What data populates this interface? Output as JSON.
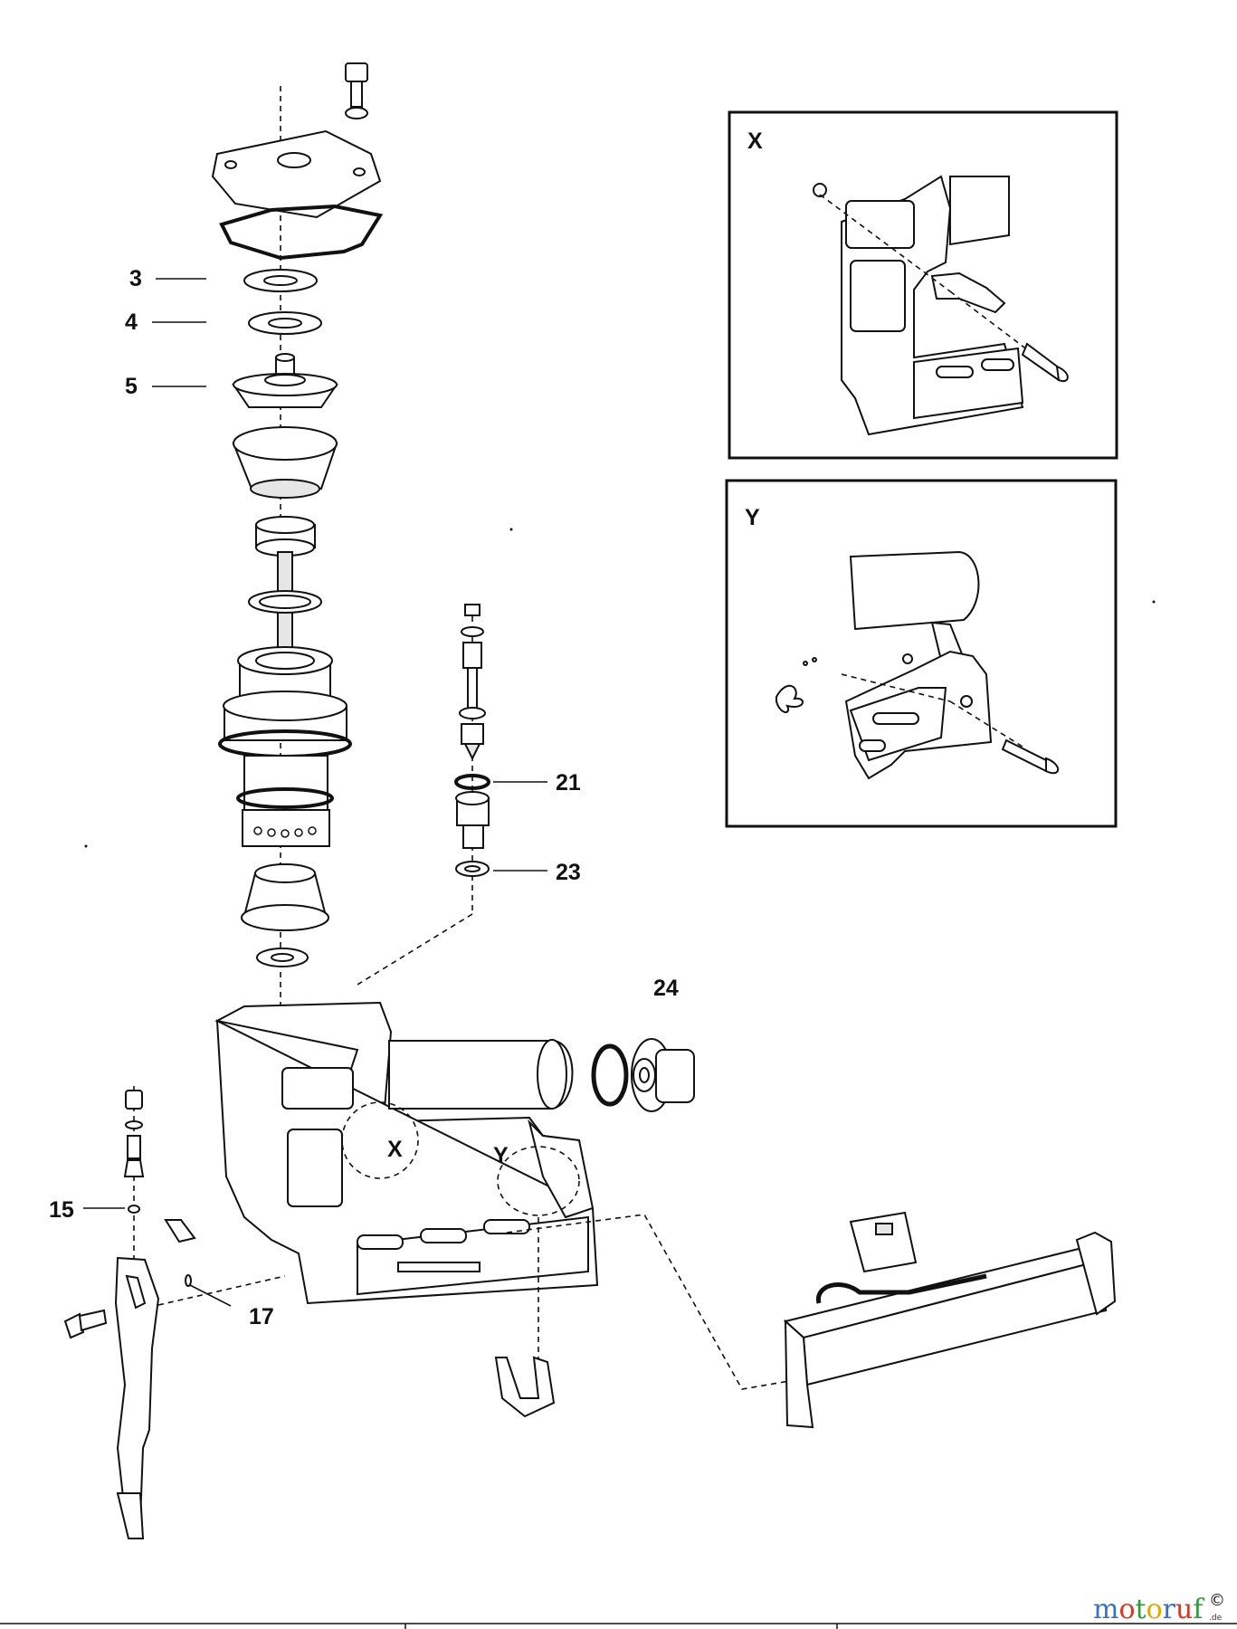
{
  "callouts": [
    {
      "id": "3",
      "text": "3"
    },
    {
      "id": "4",
      "text": "4"
    },
    {
      "id": "5",
      "text": "5"
    },
    {
      "id": "21",
      "text": "21"
    },
    {
      "id": "23",
      "text": "23"
    },
    {
      "id": "24",
      "text": "24"
    },
    {
      "id": "15",
      "text": "15"
    },
    {
      "id": "17",
      "text": "17"
    }
  ],
  "detail_markers": {
    "x": "X",
    "y": "Y"
  },
  "inset_x_label": "X",
  "inset_y_label": "Y",
  "watermark": {
    "letters": [
      "m",
      "o",
      "t",
      "o",
      "r",
      "u",
      "f"
    ],
    "suffix": ".de",
    "copyright": "©",
    "colors": [
      "#3b6fc4",
      "#d23a2a",
      "#2f9a3c",
      "#e0a800",
      "#3b6fc4",
      "#d23a2a",
      "#2f9a3c"
    ]
  }
}
